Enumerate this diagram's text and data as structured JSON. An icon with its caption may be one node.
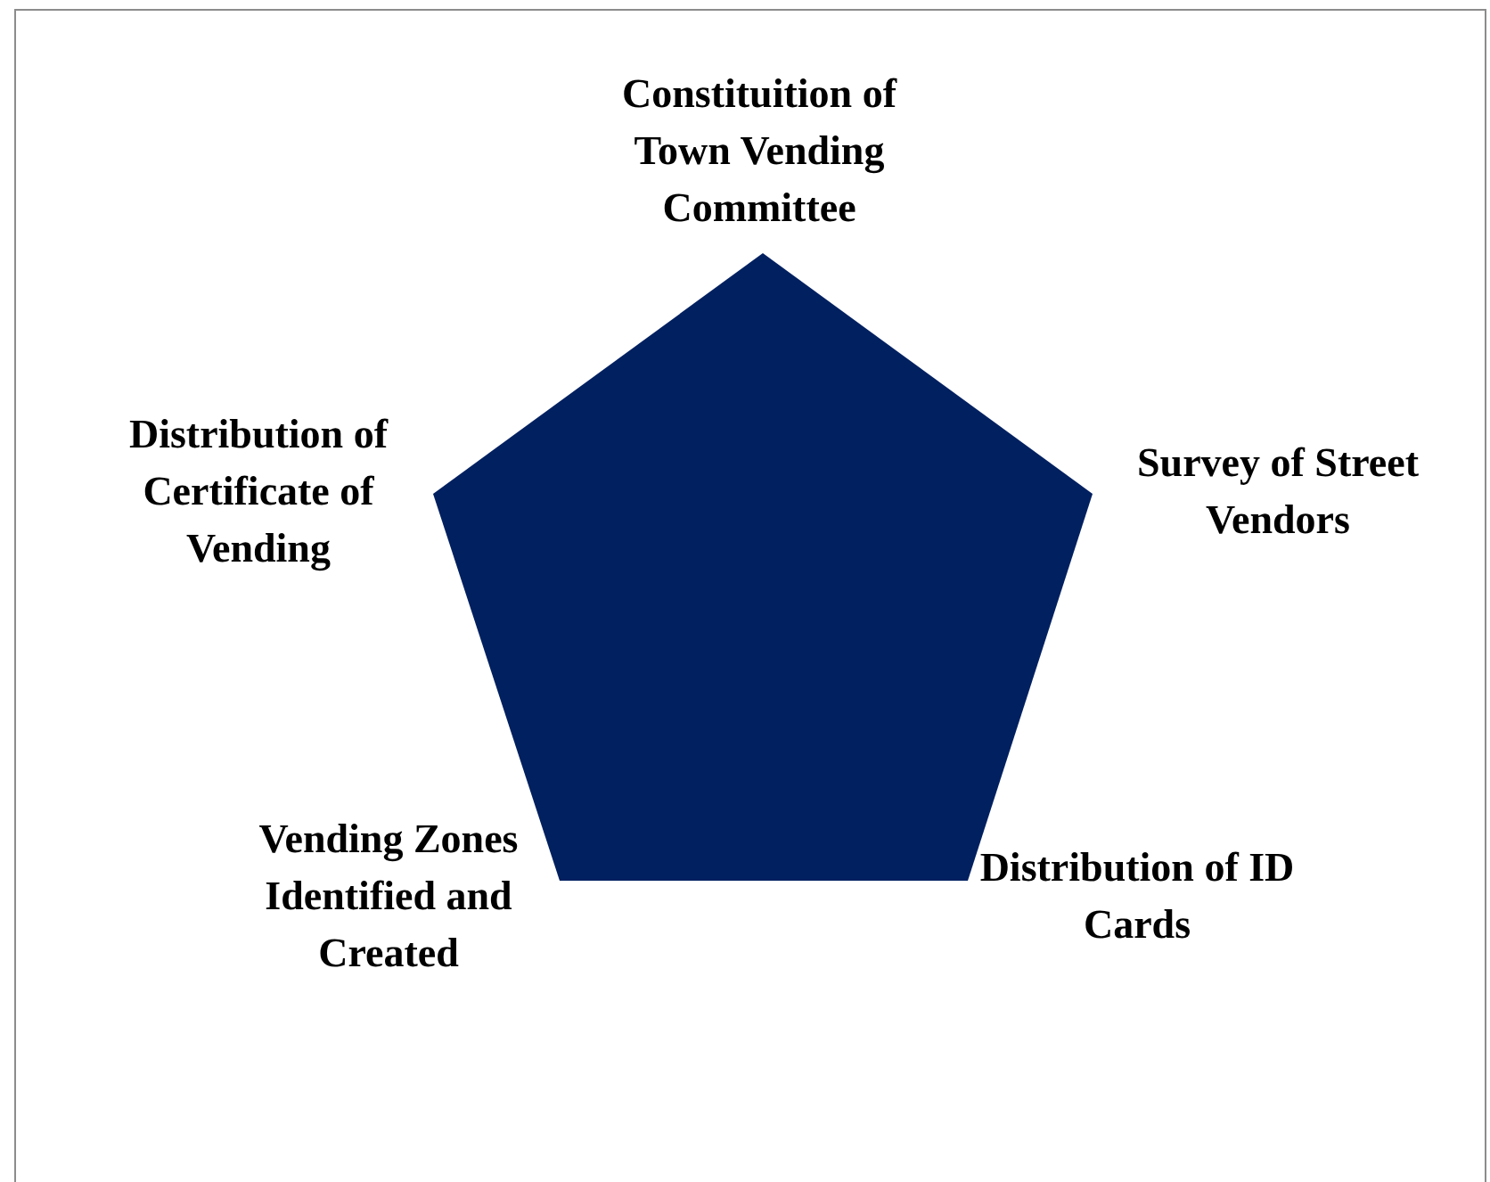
{
  "diagram": {
    "nodes": [
      {
        "text": [],
        "shape": "pentagon"
      }
    ],
    "labels": [
      "Constituition of Town Vending Committee",
      "Distribution of Certificate of Vending",
      "Survey of Street Vendors",
      "Vending Zones Identified and Created",
      "Distribution of ID Cards"
    ]
  }
}
